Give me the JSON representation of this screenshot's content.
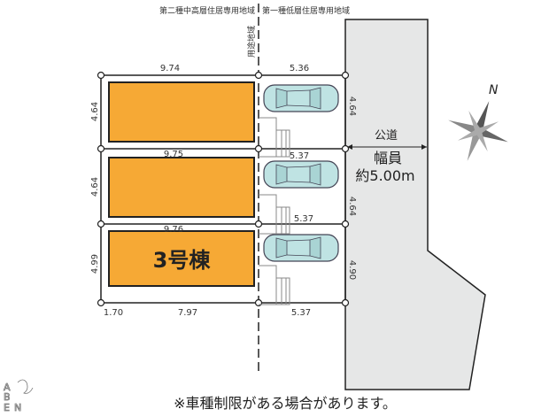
{
  "zones": {
    "left": "第二種中高層住居専用地域",
    "right": "第一種低層住居専用地域",
    "boundary_label": "用途地域"
  },
  "dimensions": {
    "row1_top_left": "9.74",
    "row1_top_right": "5.36",
    "row2_top_left": "9.75",
    "row2_top_right": "5.37",
    "row3_top_left": "9.76",
    "row3_top_right": "5.37",
    "bottom_offset": "1.70",
    "bottom_left": "7.97",
    "bottom_right": "5.37",
    "left_1": "4.64",
    "left_2": "4.64",
    "left_3": "4.99",
    "right_1": "4.64",
    "right_2": "4.64",
    "right_3": "4.90"
  },
  "lot_label": "3号棟",
  "road": {
    "name": "公道",
    "width_label": "幅員",
    "width_value": "約5.00m"
  },
  "compass": "N",
  "note": "※車種制限がある場合があります。",
  "logo": "ABEN",
  "colors": {
    "building": "#f6a935",
    "road": "#e6e7e7",
    "car": "#bfe3e3"
  }
}
